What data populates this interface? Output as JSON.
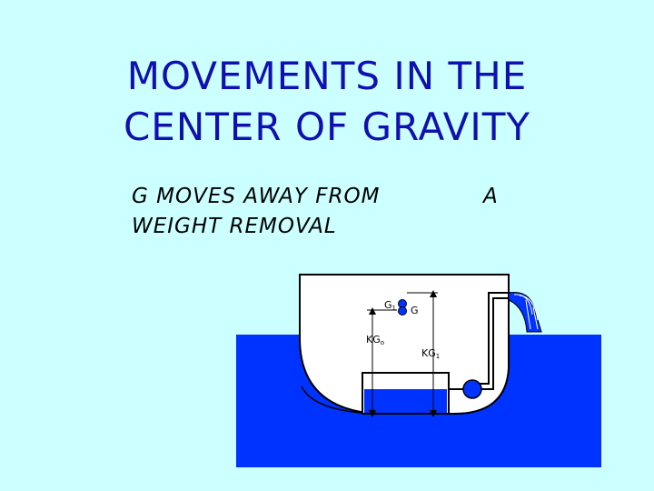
{
  "title": {
    "line1": "MOVEMENTS IN THE",
    "line2": "CENTER OF GRAVITY"
  },
  "subtitle": {
    "line1": "G MOVES AWAY FROM",
    "line2": "WEIGHT REMOVAL"
  },
  "panel_letter": "A",
  "labels": {
    "g1": "G",
    "g1_sub": "1",
    "g": "G",
    "kg0": "KG",
    "kg0_sub": "o",
    "kg1": "KG",
    "kg1_sub": "1"
  },
  "colors": {
    "background": "#ccffff",
    "title": "#1010b0",
    "water": "#0033ff",
    "hull": "#ffffff",
    "outline": "#000000"
  }
}
